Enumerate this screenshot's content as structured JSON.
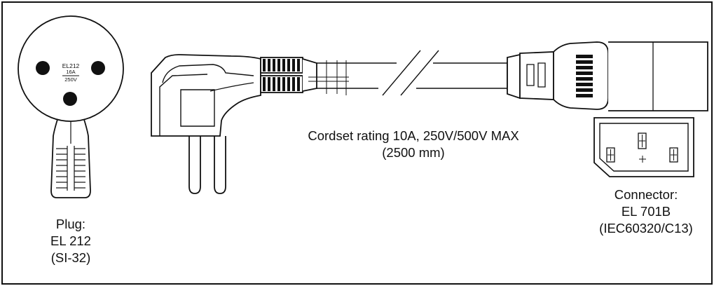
{
  "plug": {
    "face_model": "EL212",
    "face_current": "16A",
    "face_voltage": "250V",
    "label_line1": "Plug:",
    "label_line2": "EL 212",
    "label_line3": "(SI-32)"
  },
  "cordset": {
    "rating_line": "Cordset rating 10A, 250V/500V MAX",
    "length_line": "(2500 mm)"
  },
  "connector": {
    "label_line1": "Connector:",
    "label_line2": "EL 701B",
    "label_line3": "(IEC60320/C13)"
  },
  "colors": {
    "line": "#111111",
    "background": "#ffffff"
  }
}
